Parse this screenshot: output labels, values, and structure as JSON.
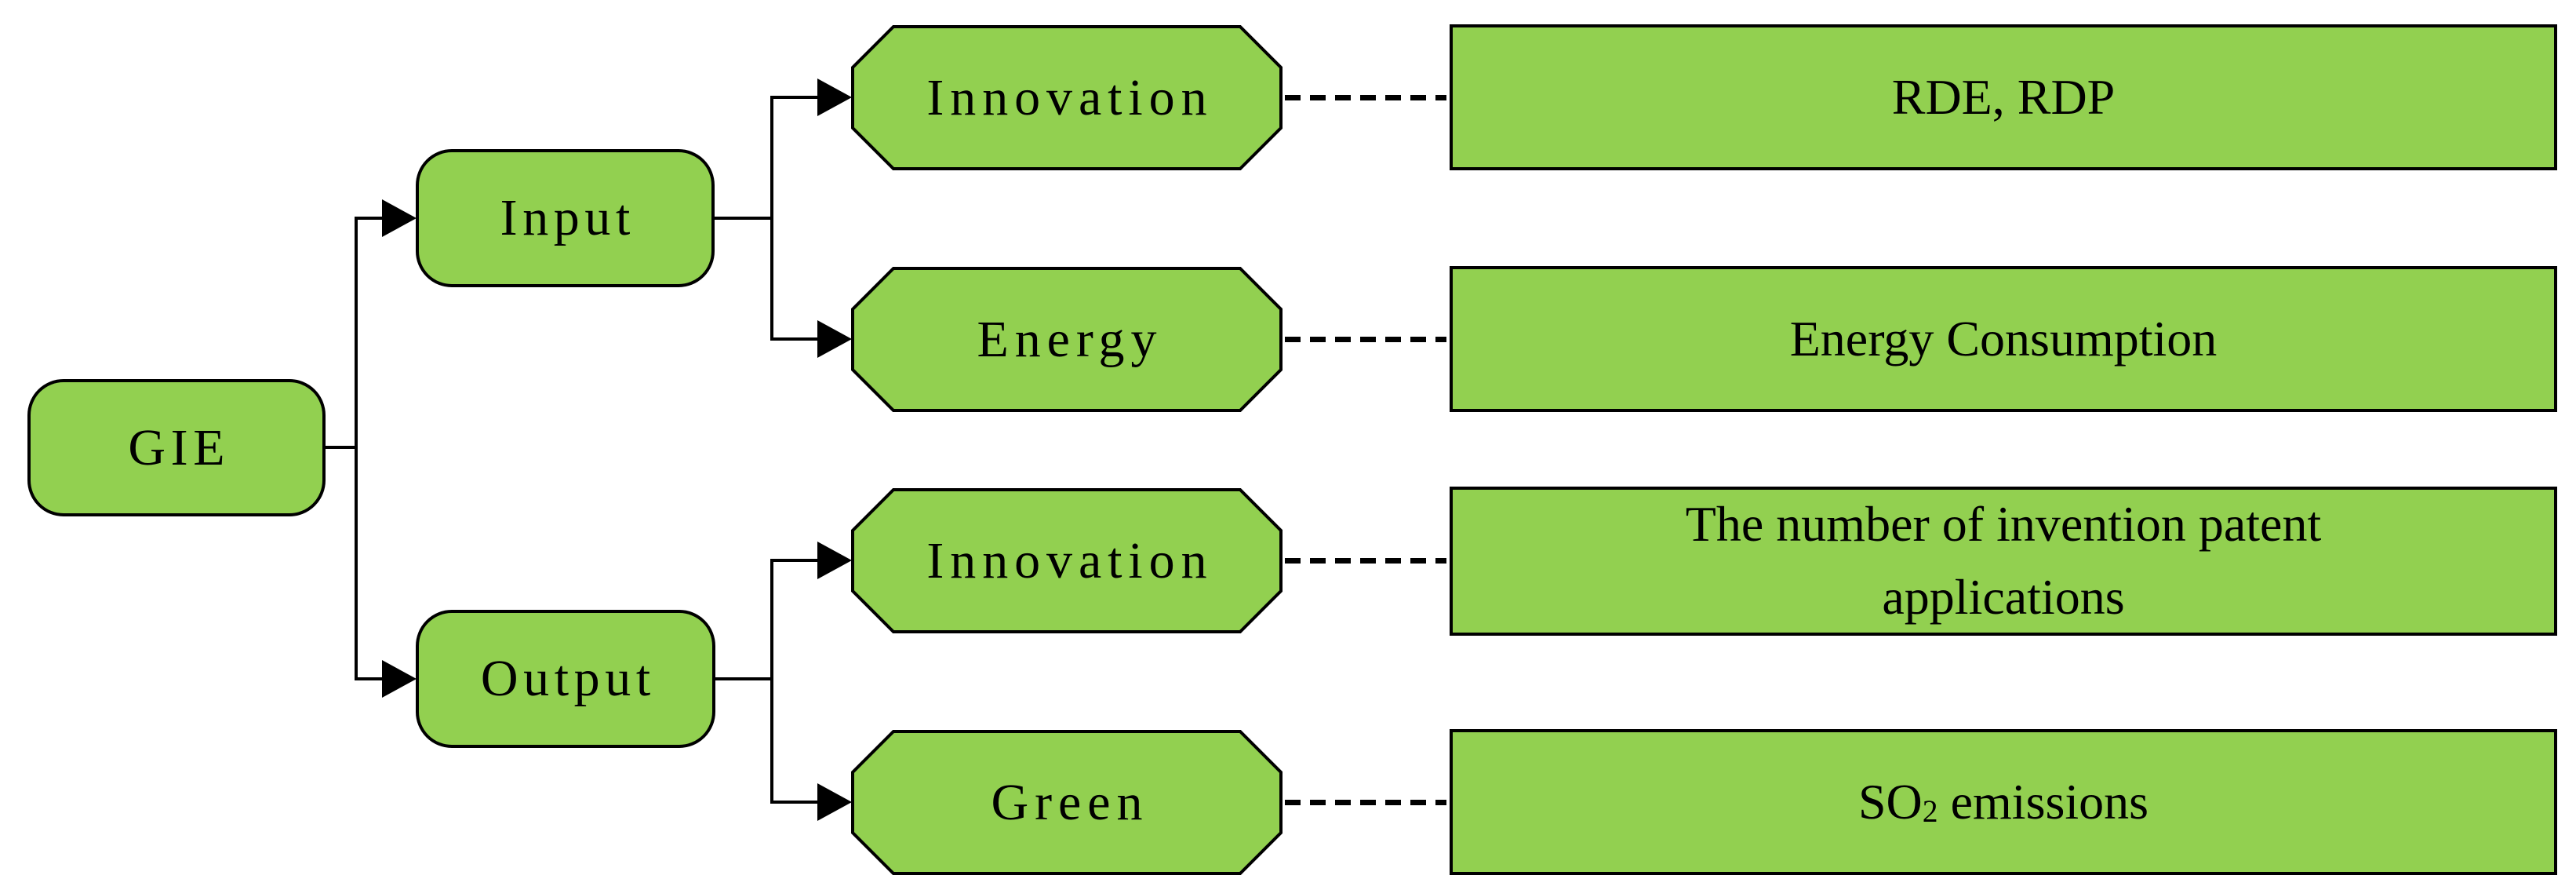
{
  "colors": {
    "node_fill": "#92d050",
    "node_border": "#000000",
    "line": "#000000",
    "text": "#000000",
    "background": "#ffffff"
  },
  "root": {
    "label": "GIE"
  },
  "branches": {
    "input": {
      "label": "Input"
    },
    "output": {
      "label": "Output"
    }
  },
  "criteria": {
    "input_innovation": {
      "label": "Innovation",
      "indicator": "RDE, RDP"
    },
    "input_energy": {
      "label": "Energy",
      "indicator": "Energy Consumption"
    },
    "output_innovation": {
      "label": "Innovation",
      "indicator": "The number of invention patent applications"
    },
    "output_green": {
      "label": "Green",
      "indicator_base": "SO",
      "indicator_subscript": "2",
      "indicator_rest": " emissions"
    }
  }
}
